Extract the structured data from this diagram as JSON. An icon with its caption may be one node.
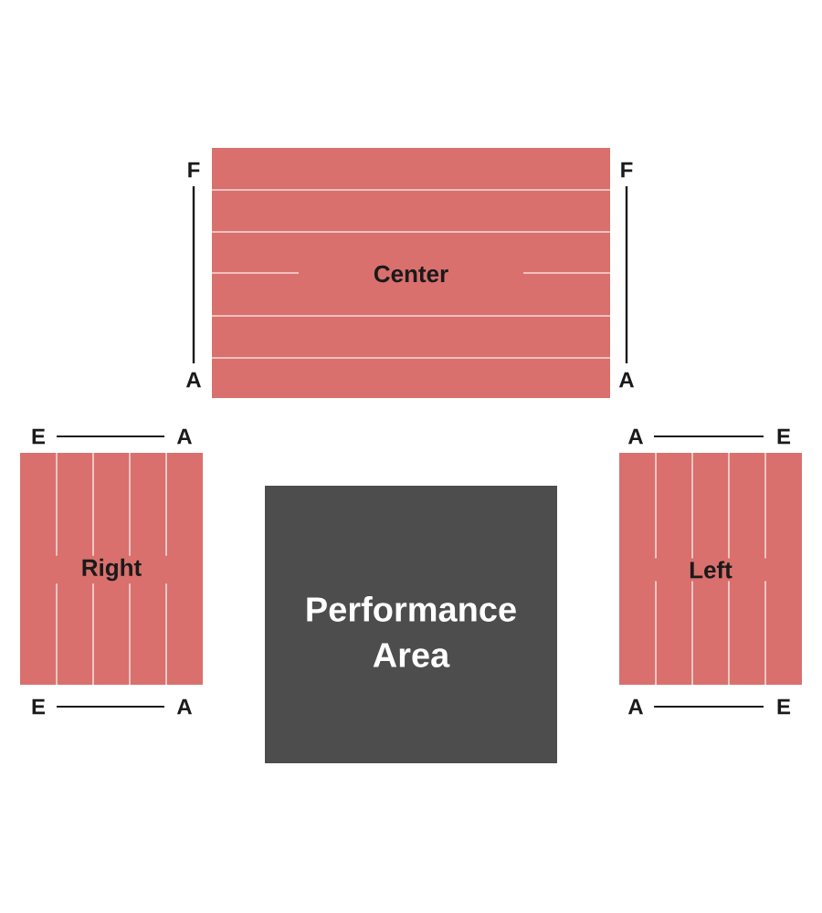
{
  "diagram": {
    "nodes": [
      {
        "text": [
          "Center"
        ]
      },
      {
        "text": [
          "Right"
        ]
      },
      {
        "text": [
          "Left"
        ]
      },
      {
        "text": [
          "Performance Area"
        ]
      }
    ],
    "labels": [
      "F",
      "F",
      "A",
      "A",
      "E",
      "A",
      "A",
      "E",
      "E",
      "A",
      "A",
      "E"
    ]
  }
}
